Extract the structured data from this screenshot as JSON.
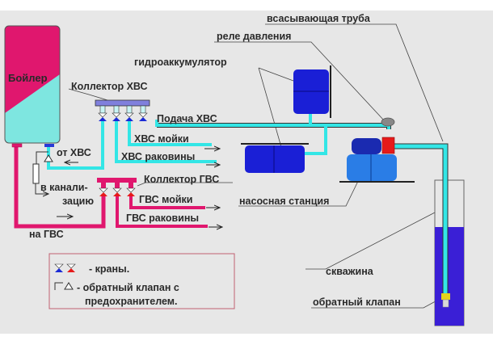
{
  "diagram": {
    "title": "Схема водоснабжения частного дома от скважины",
    "colors": {
      "background": "#e7e7e7",
      "cold_water": "#33e6e6",
      "hot_water": "#e0176e",
      "tank_blue": "#1a1fd6",
      "pump_blue": "#2a7de6",
      "relay_red": "#e61a1a",
      "well_water": "#3a1fd6",
      "check_valve": "#e6d41a",
      "boiler_hot": "#e0176e",
      "boiler_cold": "#7ee6e0",
      "collector_cold": "#8080dd",
      "legend_border": "#c06070"
    },
    "nodes": {
      "boiler": "Бойлер",
      "collector_cold": "Коллектор ХВС",
      "collector_hot": "Коллектор ГВС",
      "hydro_accumulator": "гидроаккумулятор",
      "pressure_relay": "реле давления",
      "suction_pipe": "всасывающая труба",
      "pump_station": "насосная станция",
      "well": "скважина",
      "check_valve": "обратный клапан"
    },
    "pipe_labels": {
      "cold_supply": "Подача ХВС",
      "cold_sink": "ХВС мойки",
      "cold_basin": "ХВС раковины",
      "from_cold": "от ХВС",
      "sewer_1": "в канали-",
      "sewer_2": "зацию",
      "hot_sink": "ГВС мойки",
      "hot_basin": "ГВС раковины",
      "to_hot": "на ГВС"
    },
    "legend": {
      "taps": "- краны.",
      "check_valve_line1": "- обратный клапан с",
      "check_valve_line2": "предохранителем."
    }
  }
}
